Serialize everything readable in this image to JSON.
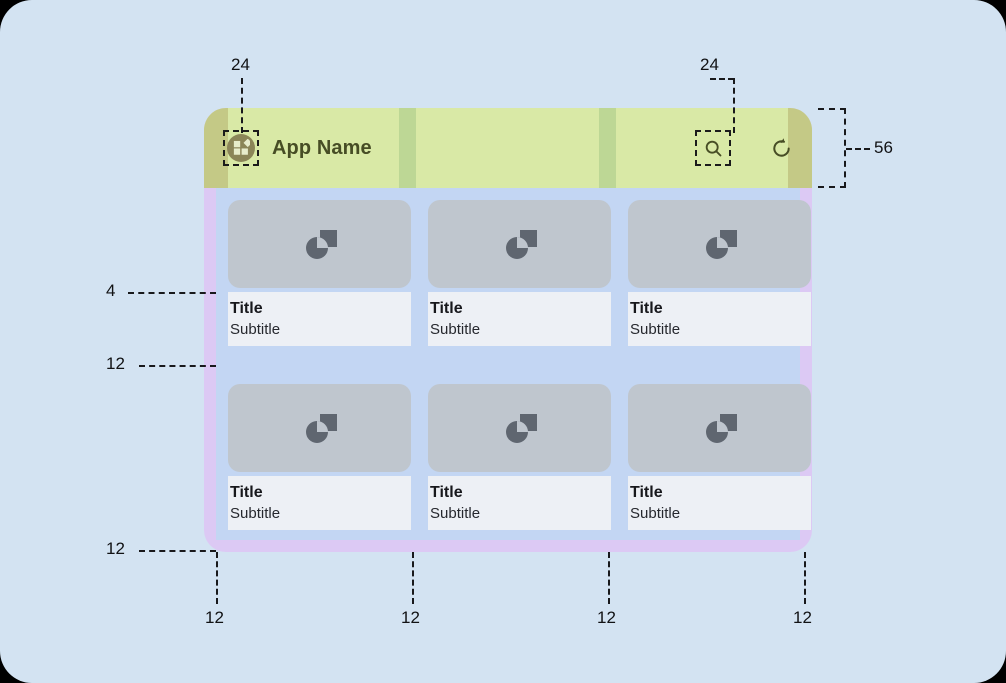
{
  "meta": {
    "background_color": "#d3e3f2",
    "appbar_color": "#d9e9a6",
    "padding_overlay_color": "#dcc9f4",
    "gap_overlay_color": "#c3d6f3",
    "thumb_color": "#bfc6ce",
    "card_text_bg_color": "#edf0f5",
    "title_color": "#474d25",
    "annotation_color": "#18191c"
  },
  "appbar": {
    "title": "App Name",
    "logo_icon": "widgets-icon",
    "search_icon": "search-icon",
    "refresh_icon": "refresh-icon",
    "height_label": "56"
  },
  "cards": [
    {
      "title": "Title",
      "subtitle": "Subtitle",
      "thumb_icon": "image-placeholder-icon"
    },
    {
      "title": "Title",
      "subtitle": "Subtitle",
      "thumb_icon": "image-placeholder-icon"
    },
    {
      "title": "Title",
      "subtitle": "Subtitle",
      "thumb_icon": "image-placeholder-icon"
    },
    {
      "title": "Title",
      "subtitle": "Subtitle",
      "thumb_icon": "image-placeholder-icon"
    },
    {
      "title": "Title",
      "subtitle": "Subtitle",
      "thumb_icon": "image-placeholder-icon"
    },
    {
      "title": "Title",
      "subtitle": "Subtitle",
      "thumb_icon": "image-placeholder-icon"
    }
  ],
  "annotations": {
    "logo_size": "24",
    "search_size": "24",
    "appbar_height": "56",
    "title_top_spacing": "4",
    "row_gap": "12",
    "bottom_padding": "12",
    "col_gutter_1": "12",
    "col_gutter_2": "12",
    "col_gutter_3": "12",
    "col_gutter_4": "12"
  }
}
